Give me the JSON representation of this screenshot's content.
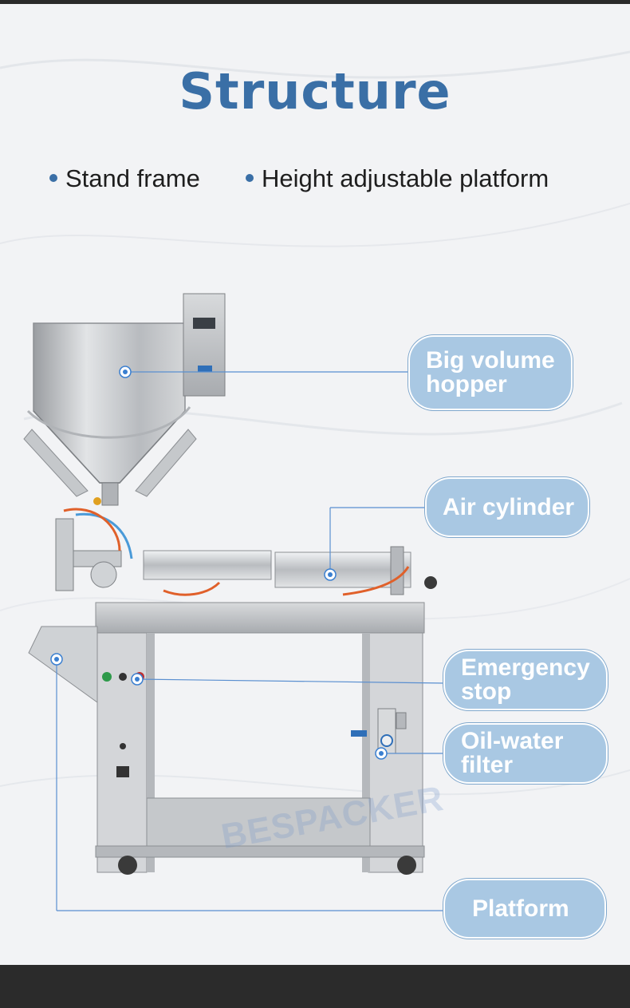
{
  "header": {
    "title": "Structure"
  },
  "features": [
    {
      "label": "Stand frame"
    },
    {
      "label": "Height adjustable platform"
    }
  ],
  "callouts": {
    "hopper": {
      "line1": "Big volume",
      "line2": "hopper"
    },
    "air_cylinder": {
      "line1": "Air cylinder"
    },
    "emergency_stop": {
      "line1": "Emergency",
      "line2": "stop"
    },
    "oil_water_filter": {
      "line1": "Oil-water",
      "line2": "filter"
    },
    "platform": {
      "line1": "Platform"
    }
  },
  "watermark": "BESPACKER",
  "colors": {
    "accent": "#3a6fa6",
    "callout_fill": "#a9c8e3",
    "leader_line": "#5a8fd0",
    "bottom_bar": "#2b2b2b"
  }
}
